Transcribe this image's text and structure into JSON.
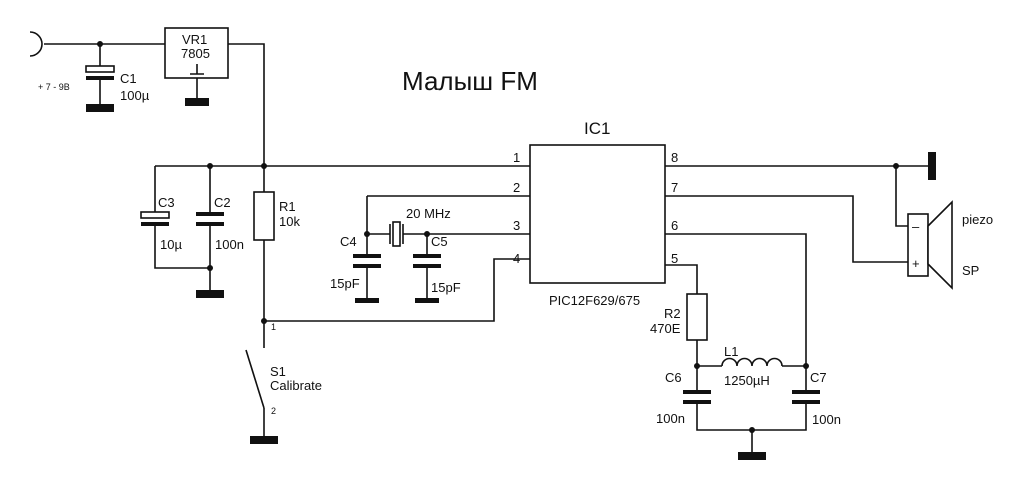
{
  "title": "Малыш FM",
  "power": {
    "label": "+ 7 - 9В"
  },
  "regulator": {
    "ref": "VR1",
    "value": "7805"
  },
  "ic": {
    "ref": "IC1",
    "part": "PIC12F629/675",
    "pins": [
      "1",
      "2",
      "3",
      "4",
      "5",
      "6",
      "7",
      "8"
    ]
  },
  "crystal": {
    "value": "20 MHz"
  },
  "components": {
    "c1": {
      "ref": "C1",
      "value": "100µ"
    },
    "c2": {
      "ref": "C2",
      "value": "100n"
    },
    "c3": {
      "ref": "C3",
      "value": "10µ"
    },
    "c4": {
      "ref": "C4",
      "value": "15pF"
    },
    "c5": {
      "ref": "C5",
      "value": "15pF"
    },
    "c6": {
      "ref": "C6",
      "value": "100n"
    },
    "c7": {
      "ref": "C7",
      "value": "100n"
    },
    "r1": {
      "ref": "R1",
      "value": "10k"
    },
    "r2": {
      "ref": "R2",
      "value": "470E"
    },
    "l1": {
      "ref": "L1",
      "value": "1250µH"
    }
  },
  "switch": {
    "ref": "S1",
    "label": "Calibrate",
    "pin1": "1",
    "pin2": "2"
  },
  "speaker": {
    "label1": "piezo",
    "label2": "SP",
    "minus": "–",
    "plus": "+"
  }
}
